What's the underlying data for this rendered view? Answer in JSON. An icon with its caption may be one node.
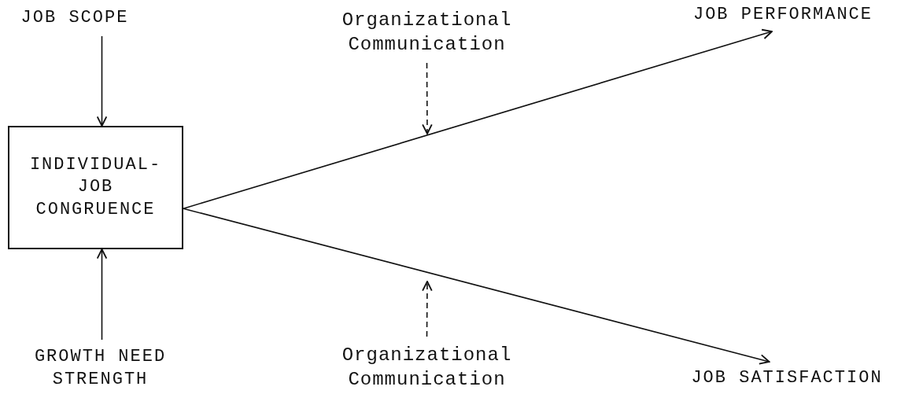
{
  "diagram": {
    "nodes": [
      {
        "text": [
          "JOB SCOPE"
        ]
      },
      {
        "text": [
          "INDIVIDUAL- JOB CONGRUENCE"
        ]
      },
      {
        "text": [
          "GROWTH NEED STRENGTH"
        ]
      },
      {
        "text": [
          "Organizational Communication"
        ]
      },
      {
        "text": [
          "JOB PERFORMANCE"
        ]
      },
      {
        "text": [
          "Organizational Communication"
        ]
      },
      {
        "text": [
          "JOB SATISFACTION"
        ]
      }
    ],
    "edges": [
      {
        "from": 0,
        "to": 1,
        "arrow": "to"
      },
      {
        "from": 2,
        "to": 1,
        "arrow": "to"
      },
      {
        "from": 1,
        "to": 4,
        "arrow": "to"
      },
      {
        "from": 1,
        "to": 6,
        "arrow": "to"
      },
      {
        "from": 3,
        "to": null,
        "arrow": "to",
        "style": "dashed"
      },
      {
        "from": 5,
        "to": null,
        "arrow": "to",
        "style": "dashed"
      }
    ]
  }
}
